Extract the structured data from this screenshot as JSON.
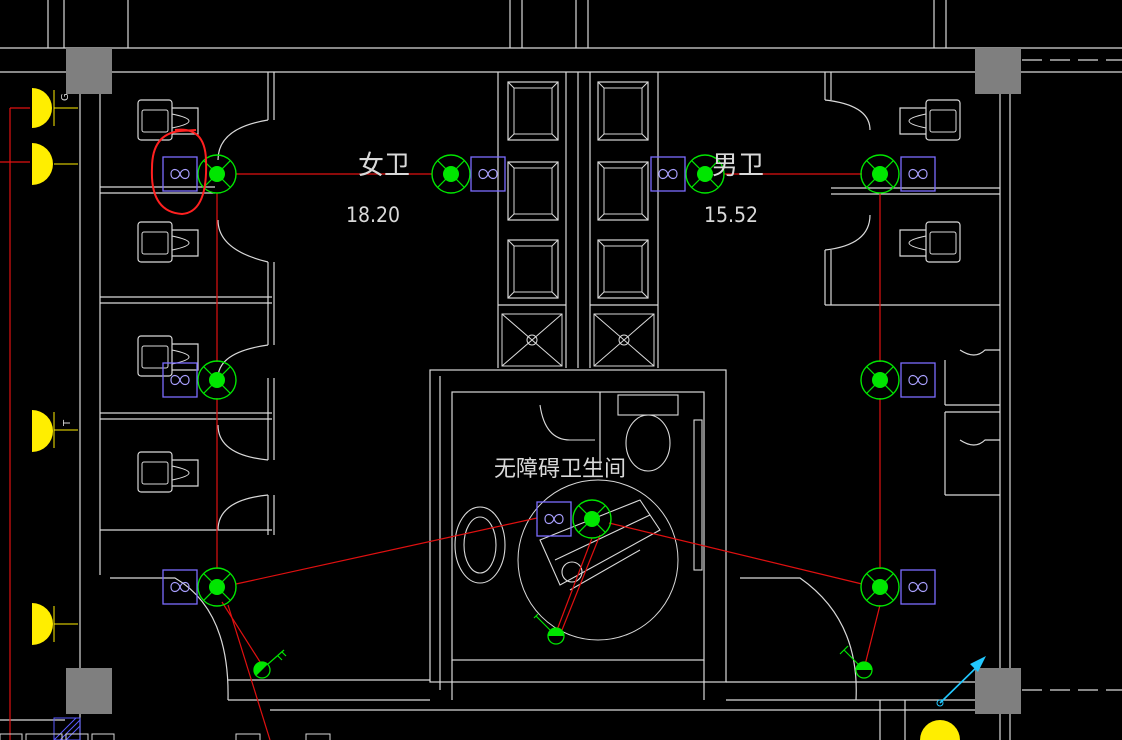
{
  "rooms": {
    "women": {
      "name": "女卫",
      "area": "18.20"
    },
    "men": {
      "name": "男卫",
      "area": "15.52"
    },
    "accessible": {
      "name": "无障碍卫生间"
    }
  },
  "edge_tags": {
    "g": "G",
    "t": "T"
  },
  "colors": {
    "wall": "#d9d9d9",
    "wiring": "#e01010",
    "light": "#00e600",
    "fan": "#7b6cff",
    "column": "#7f7f7f",
    "panel_lamp": "#ffee00",
    "annotation_arrow": "#22c8ff",
    "markup": "#ff2020"
  },
  "symbols": {
    "ceiling_light": "green-circle-cross",
    "exhaust_fan": "blue-square-infinity",
    "switch": "green-half-circle",
    "panel_lamp": "yellow-half-circle"
  }
}
